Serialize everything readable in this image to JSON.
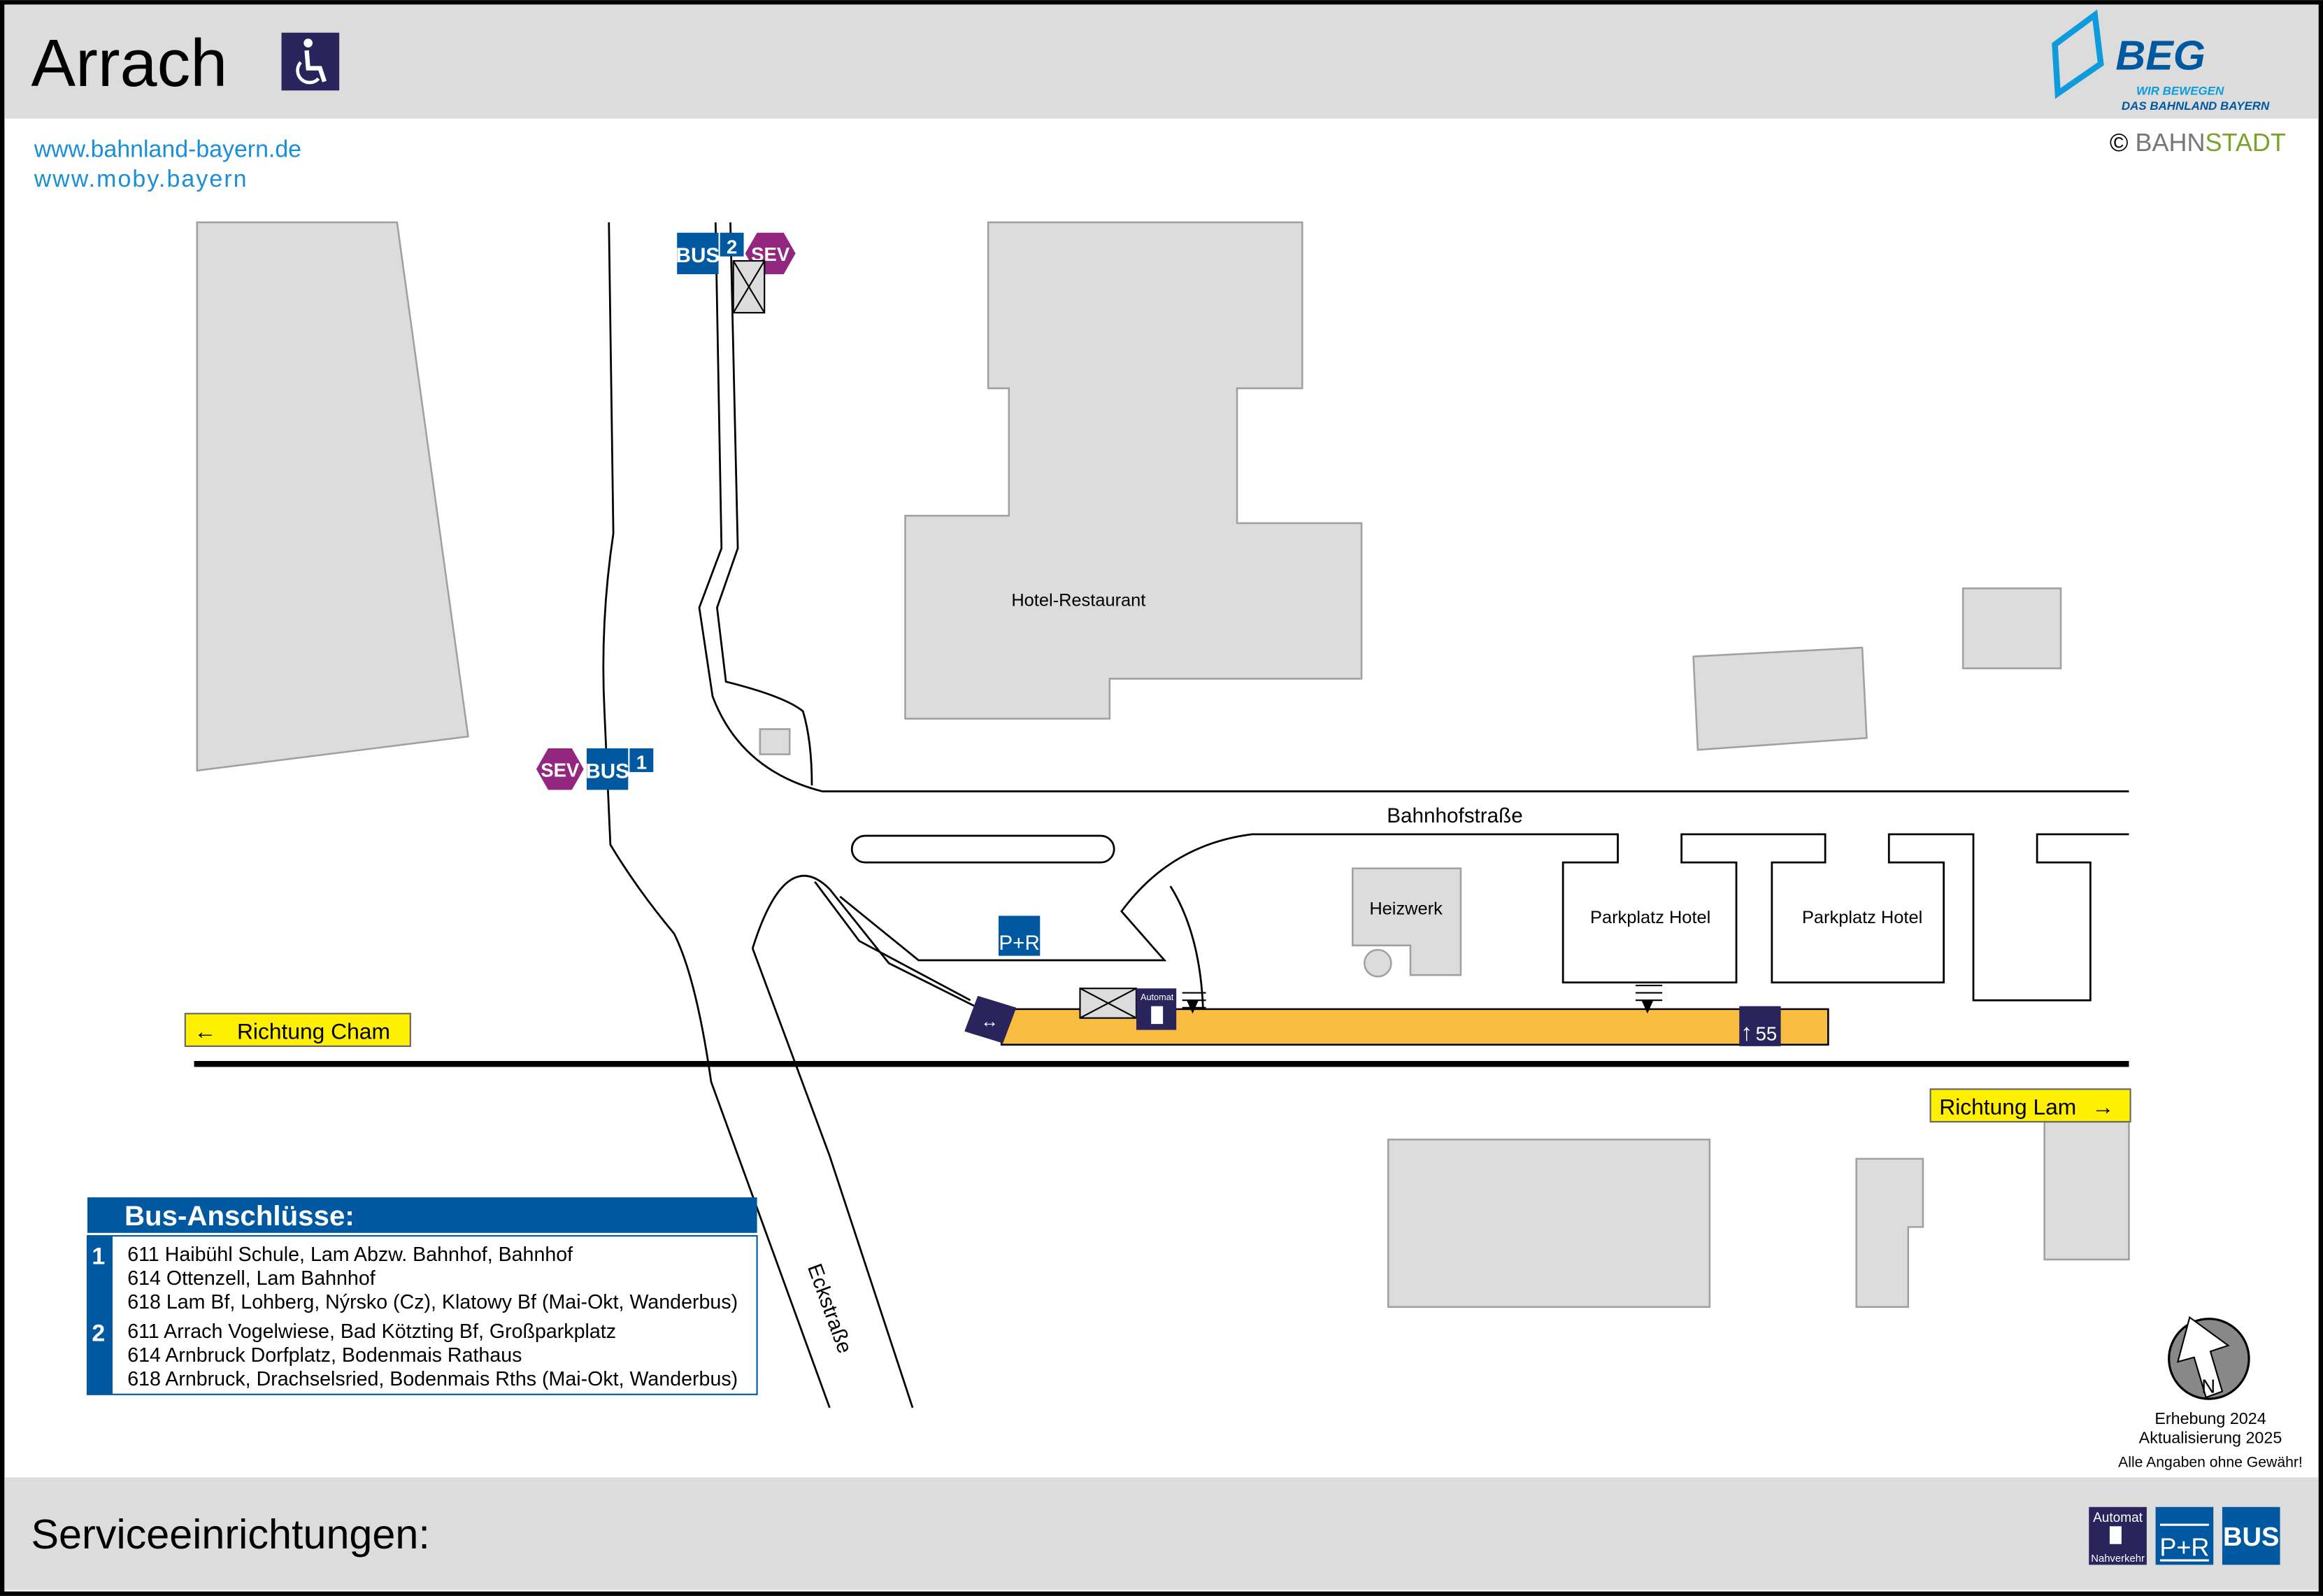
{
  "header": {
    "title": "Arrach",
    "accessibility_icon": "wheelchair-icon",
    "logo": {
      "name": "BEG",
      "tagline_1": "WIR BEWEGEN",
      "tagline_2": "DAS BAHNLAND BAYERN"
    },
    "links": [
      "www.bahnland-bayern.de",
      "www.moby.bayern"
    ],
    "copyright": {
      "symbol": "©",
      "part1": "BAHN",
      "part2": "STADT"
    }
  },
  "map": {
    "buildings": {
      "hotel": "Hotel-Restaurant",
      "heizwerk": "Heizwerk",
      "parking_1": "Parkplatz Hotel",
      "parking_2": "Parkplatz Hotel"
    },
    "streets": {
      "bahnhofstrasse": "Bahnhofstraße",
      "eckstrasse": "Eckstraße"
    },
    "directions": {
      "west": "Richtung Cham",
      "east": "Richtung Lam"
    },
    "stops": {
      "stop_1": {
        "bus": "BUS",
        "number": "1",
        "sev": "SEV"
      },
      "stop_2": {
        "bus": "BUS",
        "number": "2",
        "sev": "SEV"
      }
    },
    "pr_label": "P+R",
    "ticket_machine_label": "Automat",
    "platform_height_label": "55",
    "colors": {
      "platform": "#f9bd41",
      "bus": "#0059a0",
      "sev": "#93267f",
      "service": "#29245c",
      "direction": "#ffef00"
    }
  },
  "bus_connections": {
    "title": "Bus-Anschlüsse:",
    "groups": [
      {
        "stop": "1",
        "lines": [
          "611 Haibühl Schule, Lam Abzw. Bahnhof, Bahnhof",
          "614 Ottenzell, Lam Bahnhof",
          "618 Lam Bf, Lohberg, Nýrsko (Cz), Klatowy Bf (Mai-Okt, Wanderbus)"
        ]
      },
      {
        "stop": "2",
        "lines": [
          "611 Arrach Vogelwiese, Bad Kötzting Bf, Großparkplatz",
          "614 Arnbruck Dorfplatz, Bodenmais Rathaus",
          "618 Arnbruck, Drachselsried, Bodenmais Rths (Mai-Okt, Wanderbus)"
        ]
      }
    ]
  },
  "info": {
    "compass": "N",
    "survey": "Erhebung 2024",
    "update": "Aktualisierung 2025",
    "disclaimer": "Alle Angaben ohne Gewähr!"
  },
  "footer": {
    "title": "Serviceeinrichtungen:",
    "icons": [
      {
        "name": "ticket-machine-icon",
        "label_top": "Automat",
        "label_bottom": "Nahverkehr"
      },
      {
        "name": "park-and-ride-icon",
        "label": "P+R"
      },
      {
        "name": "bus-icon",
        "label": "BUS"
      }
    ]
  }
}
